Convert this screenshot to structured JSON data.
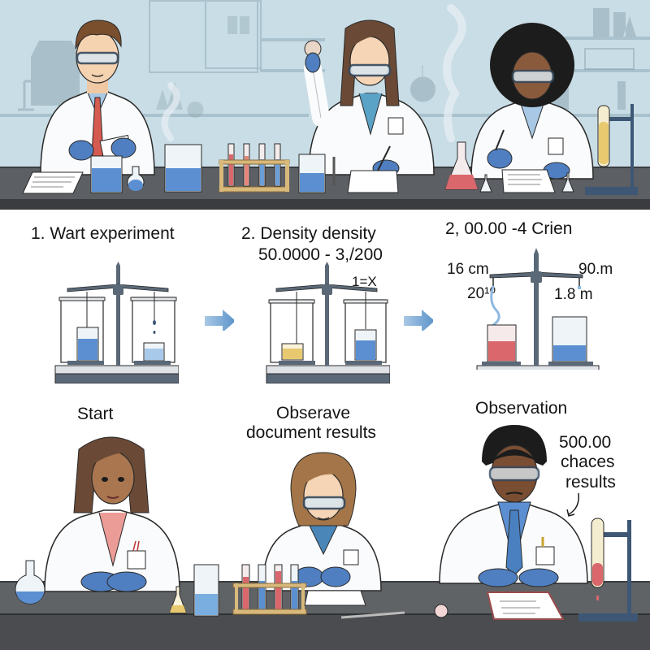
{
  "top_panel": {
    "scene": "lab-bench-three-scientists",
    "scientists": [
      {
        "id": "scientist-1",
        "description": "man with glasses, red tie, holding paper"
      },
      {
        "id": "scientist-2",
        "description": "woman with glasses, holding flask, writing"
      },
      {
        "id": "scientist-3",
        "description": "woman with afro, glasses, writing"
      }
    ]
  },
  "steps": [
    {
      "title": "1. Wart experiment",
      "subtitle": "",
      "labels": []
    },
    {
      "title": "2. Density density",
      "subtitle": "50.0000 - 3,/200",
      "labels": [
        "1=X"
      ]
    },
    {
      "title": "2, 00.00 -4 Crien",
      "subtitle": "",
      "labels": [
        "16 cm",
        "90.m",
        "20¹⁰",
        "1.8 m"
      ]
    }
  ],
  "captions": {
    "start": "Start",
    "observe_line1": "Obserave",
    "observe_line2": "document results",
    "observation": "Observation",
    "note_line1": "500.00",
    "note_line2": "chaces",
    "note_line3": "results"
  },
  "colors": {
    "top_bg": "#c9dde6",
    "bench": "#5c5f63",
    "liquid_blue": "#5b8fd1",
    "liquid_red": "#d9676b",
    "liquid_yellow": "#e8c970",
    "scale_metal": "#5a6877",
    "arrow": "#6d9fcf",
    "glove": "#4f7fc0"
  }
}
